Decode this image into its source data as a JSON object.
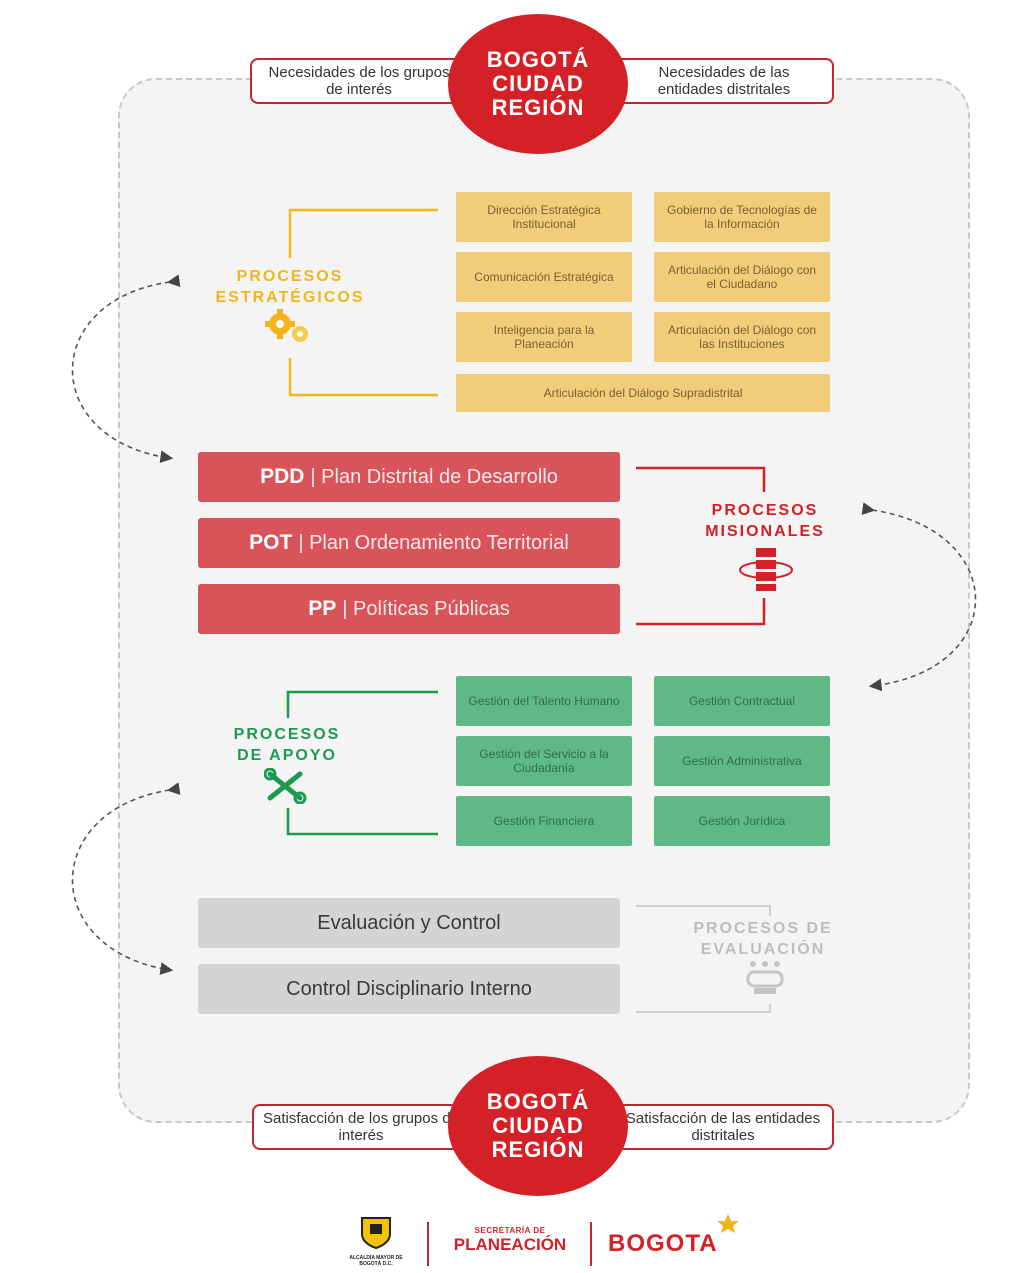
{
  "top": {
    "circle_lines": [
      "BOGOTÁ",
      "CIUDAD",
      "REGIÓN"
    ],
    "left_pill": "Necesidades de los grupos de interés",
    "right_pill": "Necesidades de las entidades distritales"
  },
  "estrategicos": {
    "label_lines": [
      "PROCESOS",
      "ESTRATÉGICOS"
    ],
    "boxes": [
      "Dirección Estratégica Institucional",
      "Gobierno de Tecnologías de la Información",
      "Comunicación Estratégica",
      "Articulación del Diálogo con el Ciudadano",
      "Inteligencia para la Planeación",
      "Articulación del Diálogo con las Instituciones",
      "Articulación del Diálogo Supradistrital"
    ],
    "color": "#f2b51e"
  },
  "misionales": {
    "label_lines": [
      "PROCESOS",
      "MISIONALES"
    ],
    "rows": [
      {
        "abbr": "PDD",
        "text": "| Plan Distrital de Desarrollo"
      },
      {
        "abbr": "POT",
        "text": "| Plan Ordenamiento Territorial"
      },
      {
        "abbr": "PP",
        "text": "| Políticas Públicas"
      }
    ],
    "color": "#d42127"
  },
  "apoyo": {
    "label_lines": [
      "PROCESOS",
      "DE APOYO"
    ],
    "boxes": [
      "Gestión del Talento Humano",
      "Gestión Contractual",
      "Gestión del Servicio a la Ciudadanía",
      "Gestión Administrativa",
      "Gestión Financiera",
      "Gestión Jurídica"
    ],
    "color": "#1d9a50"
  },
  "evaluacion": {
    "label_lines": [
      "PROCESOS DE",
      "EVALUACIÓN"
    ],
    "boxes": [
      "Evaluación y Control",
      "Control Disciplinario Interno"
    ],
    "color": "#bdbdbd"
  },
  "bottom": {
    "circle_lines": [
      "BOGOTÁ",
      "CIUDAD",
      "REGIÓN"
    ],
    "left_pill": "Satisfacción de los grupos de interés",
    "right_pill": "Satisfacción de las entidades distritales"
  },
  "footer": {
    "alcaldia_text": "ALCALDÍA MAYOR DE BOGOTÁ D.C.",
    "secretaria_small": "SECRETARÍA DE",
    "secretaria_big": "PLANEACIÓN",
    "bogota_logo": "BOGOTA"
  }
}
